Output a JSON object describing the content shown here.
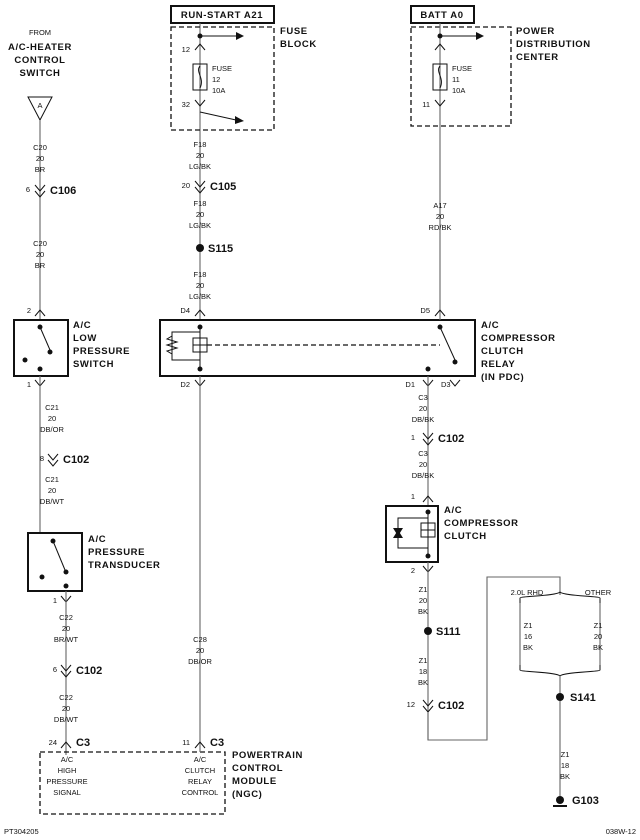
{
  "labels": {
    "from": "FROM",
    "ac_heater_control_switch": [
      "A/C-HEATER",
      "CONTROL",
      "SWITCH"
    ],
    "run_start": "RUN-START A21",
    "batt": "BATT A0",
    "fuse_block": [
      "FUSE",
      "BLOCK"
    ],
    "power_distribution_center": [
      "POWER",
      "DISTRIBUTION",
      "CENTER"
    ],
    "low_pressure_switch": [
      "A/C",
      "LOW",
      "PRESSURE",
      "SWITCH"
    ],
    "compressor_clutch_relay": [
      "A/C",
      "COMPRESSOR",
      "CLUTCH",
      "RELAY",
      "(IN PDC)"
    ],
    "pressure_transducer": [
      "A/C",
      "PRESSURE",
      "TRANSDUCER"
    ],
    "compressor_clutch": [
      "A/C",
      "COMPRESSOR",
      "CLUTCH"
    ],
    "pcm": [
      "POWERTRAIN",
      "CONTROL",
      "MODULE",
      "(NGC)"
    ],
    "high_pressure_signal": [
      "A/C",
      "HIGH",
      "PRESSURE",
      "SIGNAL"
    ],
    "clutch_relay_control": [
      "A/C",
      "CLUTCH",
      "RELAY",
      "CONTROL"
    ],
    "connector_a": "A"
  },
  "fuses": {
    "fuse12": [
      "FUSE",
      "12",
      "10A"
    ],
    "fuse11": [
      "FUSE",
      "11",
      "10A"
    ]
  },
  "wires": {
    "c20": [
      "C20",
      "20",
      "BR"
    ],
    "c21_dbor": [
      "C21",
      "20",
      "DB/OR"
    ],
    "c21_dbwt": [
      "C21",
      "20",
      "DB/WT"
    ],
    "c22_brwt": [
      "C22",
      "20",
      "BR/WT"
    ],
    "c22_dbwt": [
      "C22",
      "20",
      "DB/WT"
    ],
    "f18": [
      "F18",
      "20",
      "LG/BK"
    ],
    "c28": [
      "C28",
      "20",
      "DB/OR"
    ],
    "a17": [
      "A17",
      "20",
      "RD/BK"
    ],
    "c3": [
      "C3",
      "20",
      "DB/BK"
    ],
    "z1_20": [
      "Z1",
      "20",
      "BK"
    ],
    "z1_18": [
      "Z1",
      "18",
      "BK"
    ],
    "z1_16": [
      "Z1",
      "16",
      "BK"
    ]
  },
  "connectors": {
    "c106": "C106",
    "c105": "C105",
    "c102": "C102",
    "c3": "C3",
    "s115": "S115",
    "s111": "S111",
    "s141": "S141",
    "g103": "G103"
  },
  "pins": {
    "p6": "6",
    "p2": "2",
    "p1": "1",
    "p8": "8",
    "p24": "24",
    "p12": "12",
    "p32": "32",
    "p20": "20",
    "p11": "11",
    "d1": "D1",
    "d2": "D2",
    "d3": "D3",
    "d4": "D4",
    "d5": "D5"
  },
  "branch": {
    "rhd": "2.0L RHD",
    "other": "OTHER"
  },
  "footer": {
    "left": "PT304205",
    "right": "038W-12"
  }
}
